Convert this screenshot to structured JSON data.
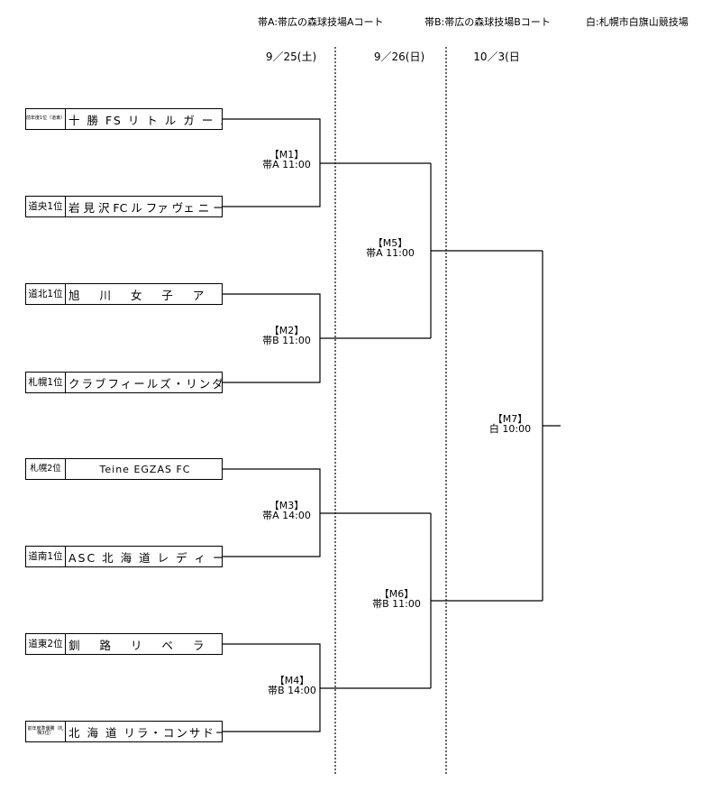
{
  "venues": {
    "a": "帯A:帯広の森球技場Aコート",
    "b": "帯B:帯広の森球技場Bコート",
    "w": "白:札幌市白旗山競技場"
  },
  "dates": {
    "d1": "9／25(土)",
    "d2": "9／26(日)",
    "d3": "10／3(日"
  },
  "teams": [
    {
      "seed": "前年度1位（道東）",
      "name": "十 勝 FS リ ト ル ガ ー ル ズ"
    },
    {
      "seed": "道央1位",
      "name": "岩 見 沢 FC ル ファ ヴェ ニ ー ル"
    },
    {
      "seed": "道北1位",
      "name": "旭 川 女 子 ア チ ー ボ"
    },
    {
      "seed": "札幌1位",
      "name": "クラブフィールズ・リンダ"
    },
    {
      "seed": "札幌2位",
      "name": "Teine EGZAS FC"
    },
    {
      "seed": "道南1位",
      "name": "ASC 北 海 道 レ デ ィ ー ス"
    },
    {
      "seed": "道東2位",
      "name": "釧 路 リ ベ ラ ル テ ィ"
    },
    {
      "seed": "前年度準優勝（札幌3位）",
      "name": "北 海 道 リラ・コンサドーレ"
    }
  ],
  "matches": {
    "m1": {
      "label": "【M1】",
      "time": "帯A 11:00"
    },
    "m2": {
      "label": "【M2】",
      "time": "帯B 11:00"
    },
    "m3": {
      "label": "【M3】",
      "time": "帯A 14:00"
    },
    "m4": {
      "label": "【M4】",
      "time": "帯B 14:00"
    },
    "m5": {
      "label": "【M5】",
      "time": "帯A 11:00"
    },
    "m6": {
      "label": "【M6】",
      "time": "帯B 11:00"
    },
    "m7": {
      "label": "【M7】",
      "time": "白 10:00"
    }
  }
}
